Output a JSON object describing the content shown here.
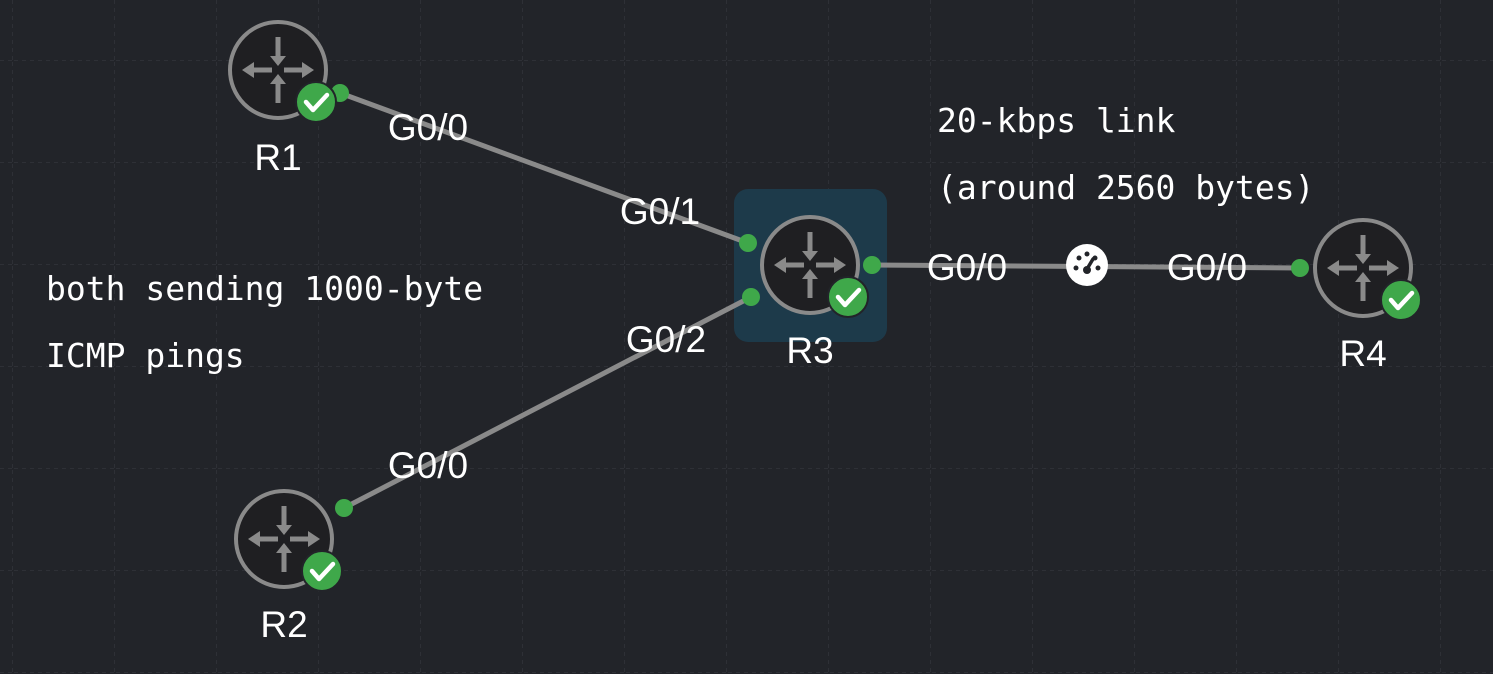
{
  "nodes": {
    "r1": {
      "label": "R1"
    },
    "r2": {
      "label": "R2"
    },
    "r3": {
      "label": "R3"
    },
    "r4": {
      "label": "R4"
    }
  },
  "links": {
    "r1_r3": {
      "a_iface": "G0/0",
      "b_iface": "G0/1"
    },
    "r2_r3": {
      "a_iface": "G0/0",
      "b_iface": "G0/2"
    },
    "r3_r4": {
      "a_iface": "G0/0",
      "b_iface": "G0/0"
    }
  },
  "notes": {
    "left_line1": "both sending 1000-byte",
    "left_line2": "ICMP pings",
    "right_line1": "20-kbps link",
    "right_line2": "(around 2560 bytes)"
  },
  "colors": {
    "background": "#222429",
    "grid": "#3a3d44",
    "link": "#8a8a8a",
    "port": "#3fa84a",
    "status_ok": "#3fa84a",
    "router_body": "#1f1f22",
    "router_ring": "#8a8a8a",
    "selection": "#1d3a4a"
  },
  "icons": {
    "router": "router-icon",
    "status": "check-badge-icon",
    "link_conditioner": "speedometer-icon"
  }
}
